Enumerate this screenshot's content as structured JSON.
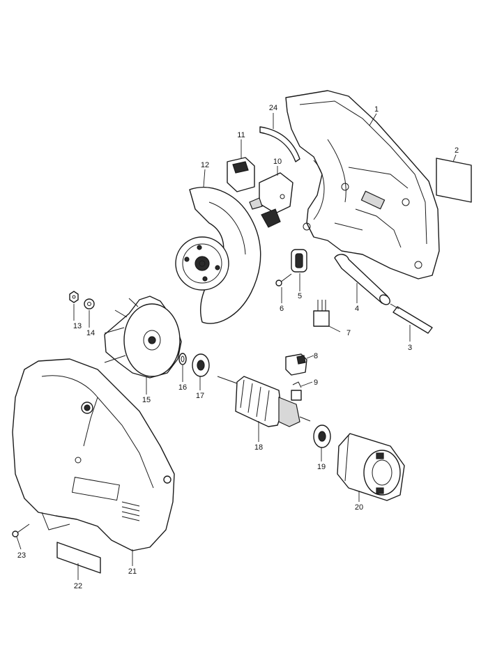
{
  "callouts": [
    {
      "id": "1",
      "label": "1"
    },
    {
      "id": "2",
      "label": "2"
    },
    {
      "id": "3",
      "label": "3"
    },
    {
      "id": "4",
      "label": "4"
    },
    {
      "id": "5",
      "label": "5"
    },
    {
      "id": "6",
      "label": "6"
    },
    {
      "id": "7",
      "label": "7"
    },
    {
      "id": "8",
      "label": "8"
    },
    {
      "id": "9",
      "label": "9"
    },
    {
      "id": "10",
      "label": "10"
    },
    {
      "id": "11",
      "label": "11"
    },
    {
      "id": "12",
      "label": "12"
    },
    {
      "id": "13",
      "label": "13"
    },
    {
      "id": "14",
      "label": "14"
    },
    {
      "id": "15",
      "label": "15"
    },
    {
      "id": "16",
      "label": "16"
    },
    {
      "id": "17",
      "label": "17"
    },
    {
      "id": "18",
      "label": "18"
    },
    {
      "id": "19",
      "label": "19"
    },
    {
      "id": "20",
      "label": "20"
    },
    {
      "id": "21",
      "label": "21"
    },
    {
      "id": "22",
      "label": "22"
    },
    {
      "id": "23",
      "label": "23"
    },
    {
      "id": "24",
      "label": "24"
    }
  ],
  "colors": {
    "line": "#1a1a1a",
    "background": "#ffffff",
    "fill_dark": "#2a2a2a"
  }
}
